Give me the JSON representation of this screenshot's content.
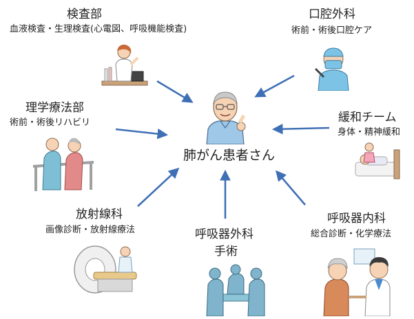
{
  "center": {
    "label": "肺がん患者さん"
  },
  "nodes": {
    "kensa": {
      "title": "検査部",
      "sub": "血液検査・生理検査(心電図、呼吸機能検査)"
    },
    "koukuu": {
      "title": "口腔外科",
      "sub": "術前・術後口腔ケア"
    },
    "rigaku": {
      "title": "理学療法部",
      "sub": "術前・術後リハビリ"
    },
    "kanwa": {
      "title": "緩和チーム",
      "sub": "身体・精神緩和"
    },
    "housha": {
      "title": "放射線科",
      "sub": "画像診断・放射線療法"
    },
    "geka": {
      "title": "呼吸器外科",
      "sub": "手術"
    },
    "naika": {
      "title": "呼吸器内科",
      "sub": "総合診断・化学療法"
    }
  },
  "colors": {
    "arrow": "#3f6fb5",
    "text": "#222222"
  },
  "icons": [
    "lab-technician-icon",
    "dentist-icon",
    "physical-therapy-icon",
    "palliative-care-icon",
    "ct-scanner-icon",
    "surgery-team-icon",
    "doctor-consultation-icon",
    "elderly-patient-icon"
  ]
}
